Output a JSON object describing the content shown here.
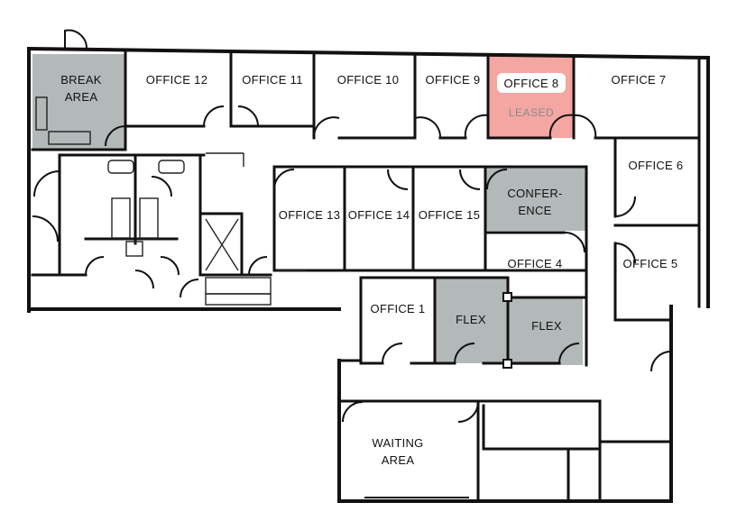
{
  "colors": {
    "background": "#ffffff",
    "wall": "#111111",
    "shared_space": "#b3b8b8",
    "leased": "#f4a6a3",
    "leased_text": "#8a8a8a"
  },
  "rooms": {
    "break_area": {
      "line1": "BREAK",
      "line2": "AREA"
    },
    "office_12": "OFFICE 12",
    "office_11": "OFFICE 11",
    "office_10": "OFFICE 10",
    "office_9": "OFFICE 9",
    "office_8": "OFFICE 8",
    "office_8_status": "LEASED",
    "office_7": "OFFICE 7",
    "office_6": "OFFICE 6",
    "office_5": "OFFICE 5",
    "office_13": "OFFICE 13",
    "office_14": "OFFICE 14",
    "office_15": "OFFICE 15",
    "conference": {
      "line1": "CONFER-",
      "line2": "ENCE"
    },
    "office_4": "OFFICE 4",
    "office_1": "OFFICE 1",
    "flex_a": "FLEX",
    "flex_b": "FLEX",
    "waiting_area": {
      "line1": "WAITING",
      "line2": "AREA"
    }
  }
}
